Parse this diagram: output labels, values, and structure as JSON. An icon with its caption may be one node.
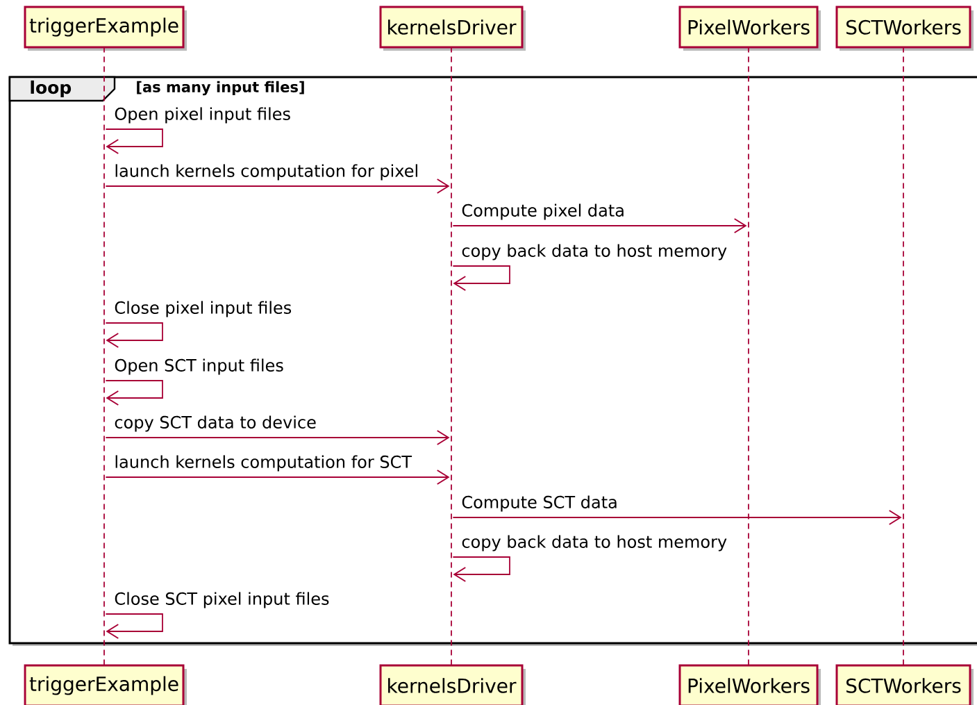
{
  "diagram": {
    "nodes": [
      {
        "text": [
          "triggerExample"
        ]
      },
      {
        "text": [
          "kernelsDriver"
        ]
      },
      {
        "text": [
          "PixelWorkers"
        ]
      },
      {
        "text": [
          "SCTWorkers"
        ]
      },
      {
        "text": [
          "triggerExample"
        ]
      },
      {
        "text": [
          "kernelsDriver"
        ]
      },
      {
        "text": [
          "PixelWorkers"
        ]
      },
      {
        "text": [
          "SCTWorkers"
        ]
      },
      {
        "text": [],
        "shape": "line"
      },
      {
        "text": [],
        "shape": "line"
      },
      {
        "text": [],
        "shape": "line"
      },
      {
        "text": [],
        "shape": "line"
      }
    ],
    "edges": [
      {
        "from": 8,
        "to": 8,
        "arrow": "to",
        "label": "Open pixel input files"
      },
      {
        "from": 8,
        "to": 9,
        "arrow": "to",
        "label": "launch kernels computation for pixel"
      },
      {
        "from": 9,
        "to": 10,
        "arrow": "to",
        "label": "Compute pixel data"
      },
      {
        "from": 9,
        "to": 9,
        "arrow": "to",
        "label": "copy back data to host memory"
      },
      {
        "from": 8,
        "to": 8,
        "arrow": "to",
        "label": "Close pixel input files"
      },
      {
        "from": 8,
        "to": 8,
        "arrow": "to",
        "label": "Open SCT input files"
      },
      {
        "from": 8,
        "to": 9,
        "arrow": "to",
        "label": "copy SCT data to device"
      },
      {
        "from": 8,
        "to": 9,
        "arrow": "to",
        "label": "launch kernels computation for SCT"
      },
      {
        "from": 9,
        "to": 11,
        "arrow": "to",
        "label": "Compute SCT data"
      },
      {
        "from": 9,
        "to": 9,
        "arrow": "to",
        "label": "copy back data to host memory"
      },
      {
        "from": 8,
        "to": 8,
        "arrow": "to",
        "label": "Close SCT pixel input files"
      }
    ],
    "labels": [
      "loop",
      "[as many input files]"
    ]
  }
}
